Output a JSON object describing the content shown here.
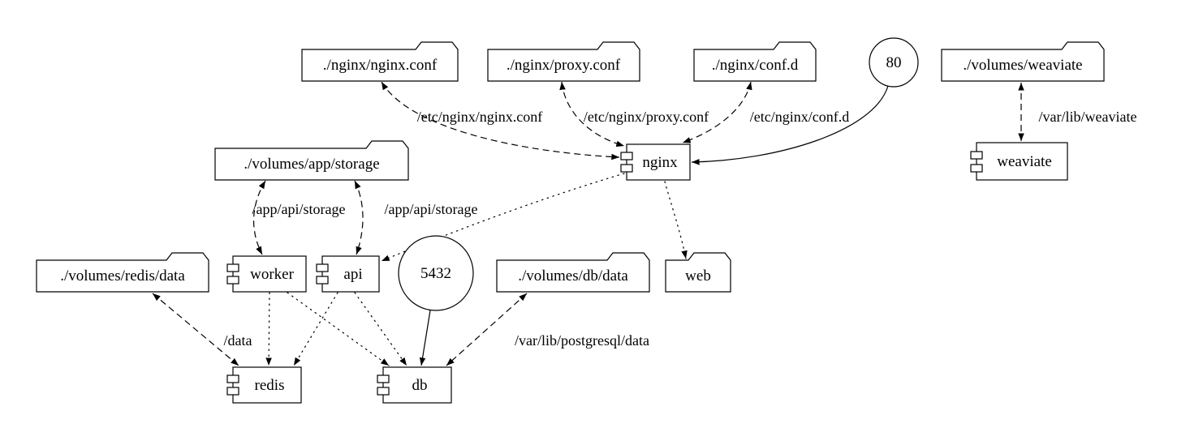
{
  "diagram": {
    "nodes": {
      "nginx_conf": "./nginx/nginx.conf",
      "proxy_conf": "./nginx/proxy.conf",
      "conf_d": "./nginx/conf.d",
      "port_80": "80",
      "volumes_weaviate": "./volumes/weaviate",
      "volumes_app_storage": "./volumes/app/storage",
      "nginx": "nginx",
      "weaviate": "weaviate",
      "volumes_redis_data": "./volumes/redis/data",
      "worker": "worker",
      "api": "api",
      "port_5432": "5432",
      "volumes_db_data": "./volumes/db/data",
      "web": "web",
      "redis": "redis",
      "db": "db"
    },
    "edge_labels": {
      "etc_nginx_nginx_conf": "/etc/nginx/nginx.conf",
      "etc_nginx_proxy_conf": "/etc/nginx/proxy.conf",
      "etc_nginx_conf_d": "/etc/nginx/conf.d",
      "var_lib_weaviate": "/var/lib/weaviate",
      "app_api_storage_worker": "/app/api/storage",
      "app_api_storage_api": "/app/api/storage",
      "redis_data_mount": "/data",
      "var_lib_postgresql_data": "/var/lib/postgresql/data"
    },
    "colors": {
      "stroke": "#000000",
      "background": "#ffffff"
    }
  }
}
